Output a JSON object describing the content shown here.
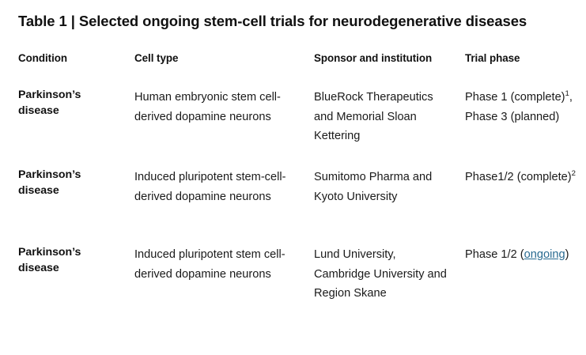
{
  "figure": {
    "label": "Table 1",
    "separator": "|",
    "title": "Selected ongoing stem-cell trials for neurodegenerative diseases",
    "full_title": "Table 1 | Selected ongoing stem-cell trials for neurodegenerative diseases"
  },
  "accent": {
    "link_color": "#2a6b91",
    "text_color": "#1a1a1a",
    "heading_color": "#111111",
    "background": "#ffffff"
  },
  "table": {
    "columns": [
      {
        "key": "condition",
        "label": "Condition"
      },
      {
        "key": "cell_type",
        "label": "Cell type"
      },
      {
        "key": "sponsor",
        "label": "Sponsor and institution"
      },
      {
        "key": "trial_phase",
        "label": "Trial phase"
      }
    ],
    "rows": [
      {
        "condition": "Parkinson’s disease",
        "cell_type": "Human embryonic stem cell-derived dopamine neurons",
        "sponsor": "BlueRock Therapeutics and Memorial Sloan Kettering",
        "trial_phase": {
          "part1": "Phase 1 (complete)",
          "superscript": "1",
          "part2": ", Phase 3 (planned)",
          "plain": "Phase 1 (complete)1, Phase 3 (planned)"
        }
      },
      {
        "condition": "Parkinson’s disease",
        "cell_type": "Induced pluripotent stem-cell-derived dopamine neurons",
        "sponsor": "Sumitomo Pharma and Kyoto University",
        "trial_phase": {
          "part1": "Phase1/2 (complete)",
          "superscript": "2",
          "part2": "",
          "plain": "Phase1/2 (complete)2"
        }
      },
      {
        "condition": "Parkinson’s disease",
        "cell_type": "Induced pluripotent stem cell-derived dopamine neurons",
        "sponsor": "Lund University, Cambridge University and Region Skane",
        "trial_phase": {
          "part1": "Phase 1/2 (",
          "link_text": "ongoing",
          "part2": ")",
          "plain": "Phase 1/2 (ongoing)"
        }
      }
    ]
  }
}
